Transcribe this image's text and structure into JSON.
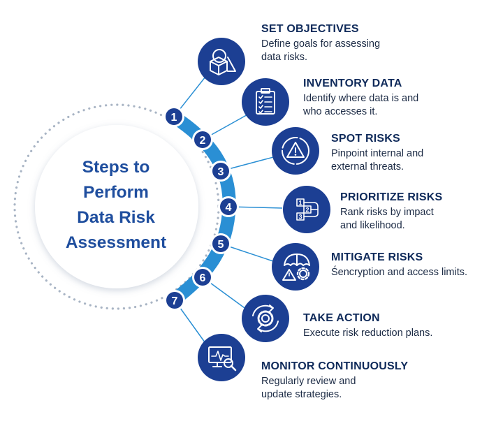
{
  "center_title": [
    "Steps to",
    "Perform",
    "Data Risk",
    "Assessment"
  ],
  "colors": {
    "arc": "#2a8fd4",
    "circle_fill": "#1c3f93",
    "badge_fill": "#1c3f93",
    "title": "#1f4e9e",
    "step_title": "#0f2a5a",
    "dots": "#a8b4c4"
  },
  "steps": [
    {
      "number": "1",
      "title": "SET OBJECTIVES",
      "desc": [
        "Define goals for assessing",
        "data risks."
      ],
      "icon": "shapes-icon"
    },
    {
      "number": "2",
      "title": "INVENTORY DATA",
      "desc": [
        "Identify where data is and",
        "who accesses it."
      ],
      "icon": "clipboard-checklist-icon"
    },
    {
      "number": "3",
      "title": "SPOT RISKS",
      "desc": [
        "Pinpoint internal and",
        "external threats."
      ],
      "icon": "warning-icon"
    },
    {
      "number": "4",
      "title": "PRIORITIZE RISKS",
      "desc": [
        "Rank risks by impact",
        "and likelihood."
      ],
      "icon": "priority-list-icon"
    },
    {
      "number": "5",
      "title": "MITIGATE RISKS",
      "desc": [
        "Śencryption and access limits."
      ],
      "icon": "umbrella-warning-icon"
    },
    {
      "number": "6",
      "title": "TAKE ACTION",
      "desc": [
        "Execute risk reduction plans."
      ],
      "icon": "gear-cycle-icon"
    },
    {
      "number": "7",
      "title": "MONITOR CONTINUOUSLY",
      "desc": [
        "Regularly review and",
        "update strategies."
      ],
      "icon": "monitor-search-icon"
    }
  ]
}
